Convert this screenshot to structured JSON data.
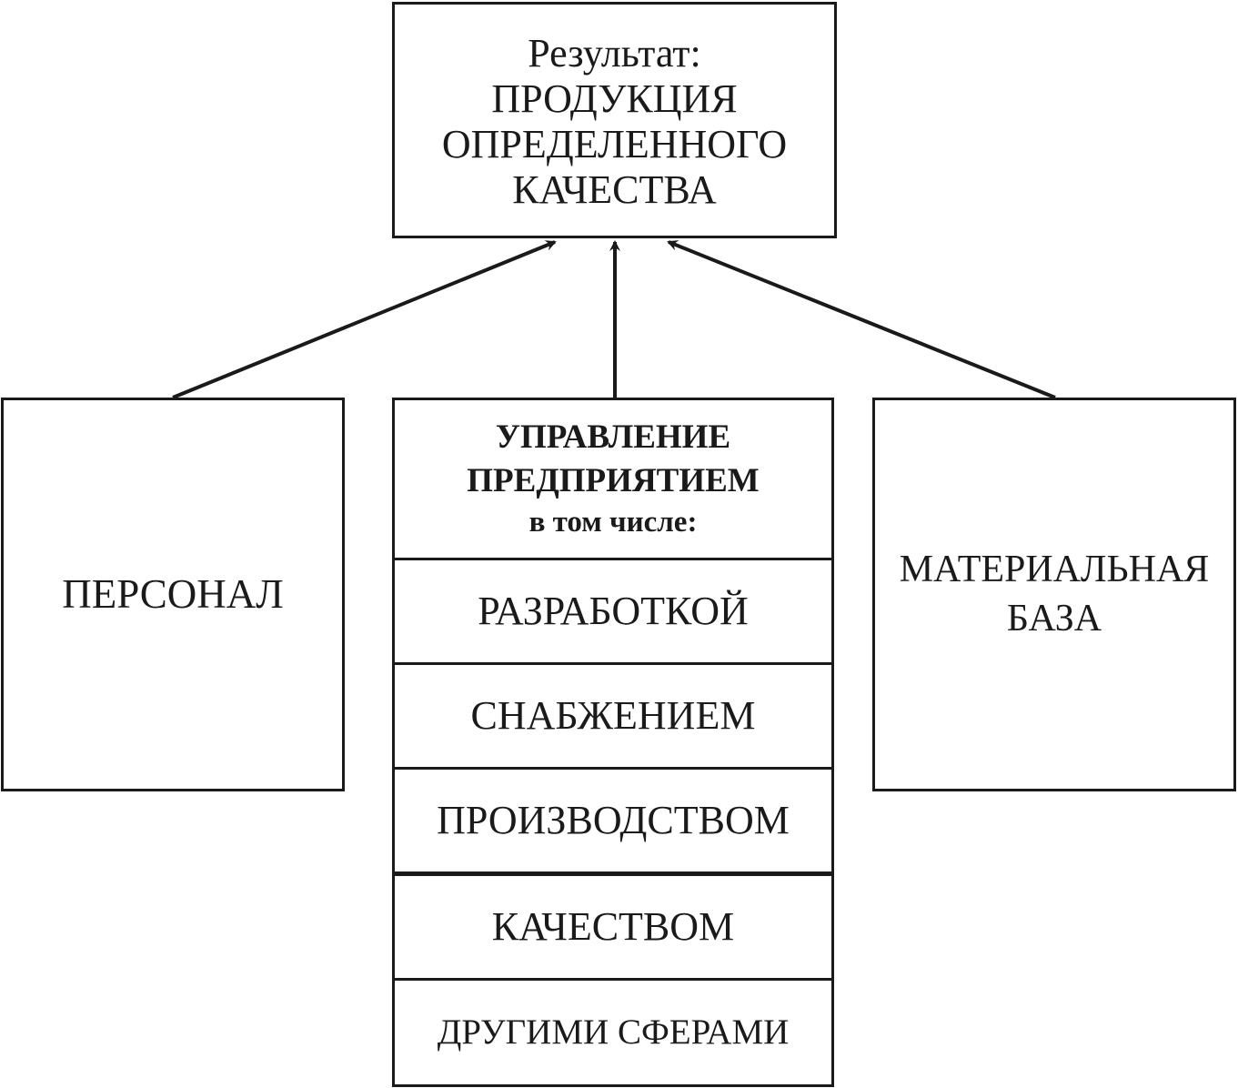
{
  "result": {
    "lines": [
      "Результат:",
      "ПРОДУКЦИЯ",
      "ОПРЕДЕЛЕННОГО",
      "КАЧЕСТВА"
    ]
  },
  "personnel": {
    "label": "ПЕРСОНАЛ"
  },
  "management": {
    "header_lines": [
      "УПРАВЛЕНИЕ",
      "ПРЕДПРИЯТИЕМ",
      "в том числе:"
    ],
    "items": [
      "РАЗРАБОТКОЙ",
      "СНАБЖЕНИЕМ",
      "ПРОИЗВОДСТВОМ",
      "КАЧЕСТВОМ",
      "ДРУГИМИ СФЕРАМИ"
    ]
  },
  "material": {
    "lines": [
      "МАТЕРИАЛЬНАЯ",
      "БАЗА"
    ]
  },
  "colors": {
    "stroke": "#1a1a1a",
    "background": "#ffffff"
  }
}
